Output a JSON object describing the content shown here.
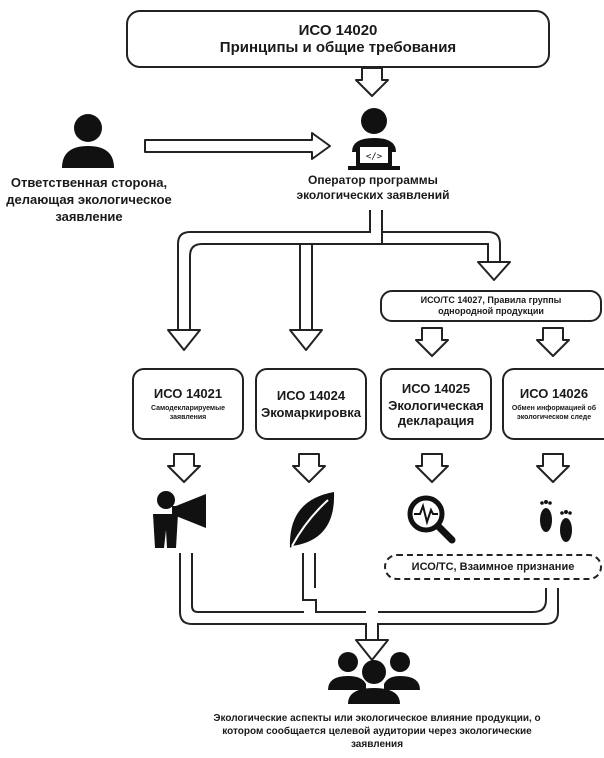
{
  "top_box": {
    "title": "ИСО 14020",
    "subtitle": "Принципы и общие требования"
  },
  "responsible_party": {
    "label": "Ответственная сторона, делающая экологическое заявление",
    "icon": "person-icon"
  },
  "operator": {
    "label": "Оператор программы экологических заявлений",
    "icon": "developer-laptop-icon"
  },
  "group_rules_box": {
    "label": "ИСО/ТС 14027, Правила группы однородной продукции"
  },
  "standards": [
    {
      "title": "ИСО 14021",
      "subtitle": "Самодекларируемые заявления",
      "icon": "megaphone-person-icon"
    },
    {
      "title": "ИСО 14024",
      "subtitle": "Экомаркировка",
      "icon": "leaf-icon"
    },
    {
      "title": "ИСО 14025",
      "subtitle": "Экологическая декларация",
      "icon": "magnifier-wave-icon"
    },
    {
      "title": "ИСО 14026",
      "subtitle": "Обмен информацией об экологическом следе",
      "icon": "footprints-icon"
    }
  ],
  "mutual_recognition": {
    "label": "ИСО/ТС, Взаимное признание"
  },
  "audience": {
    "label": "Экологические аспекты или экологическое влияние продукции, о котором сообщается целевой аудитории через экологические заявления",
    "icon": "group-icon"
  },
  "colors": {
    "line": "#222222",
    "icon": "#111111",
    "background": "#ffffff"
  }
}
